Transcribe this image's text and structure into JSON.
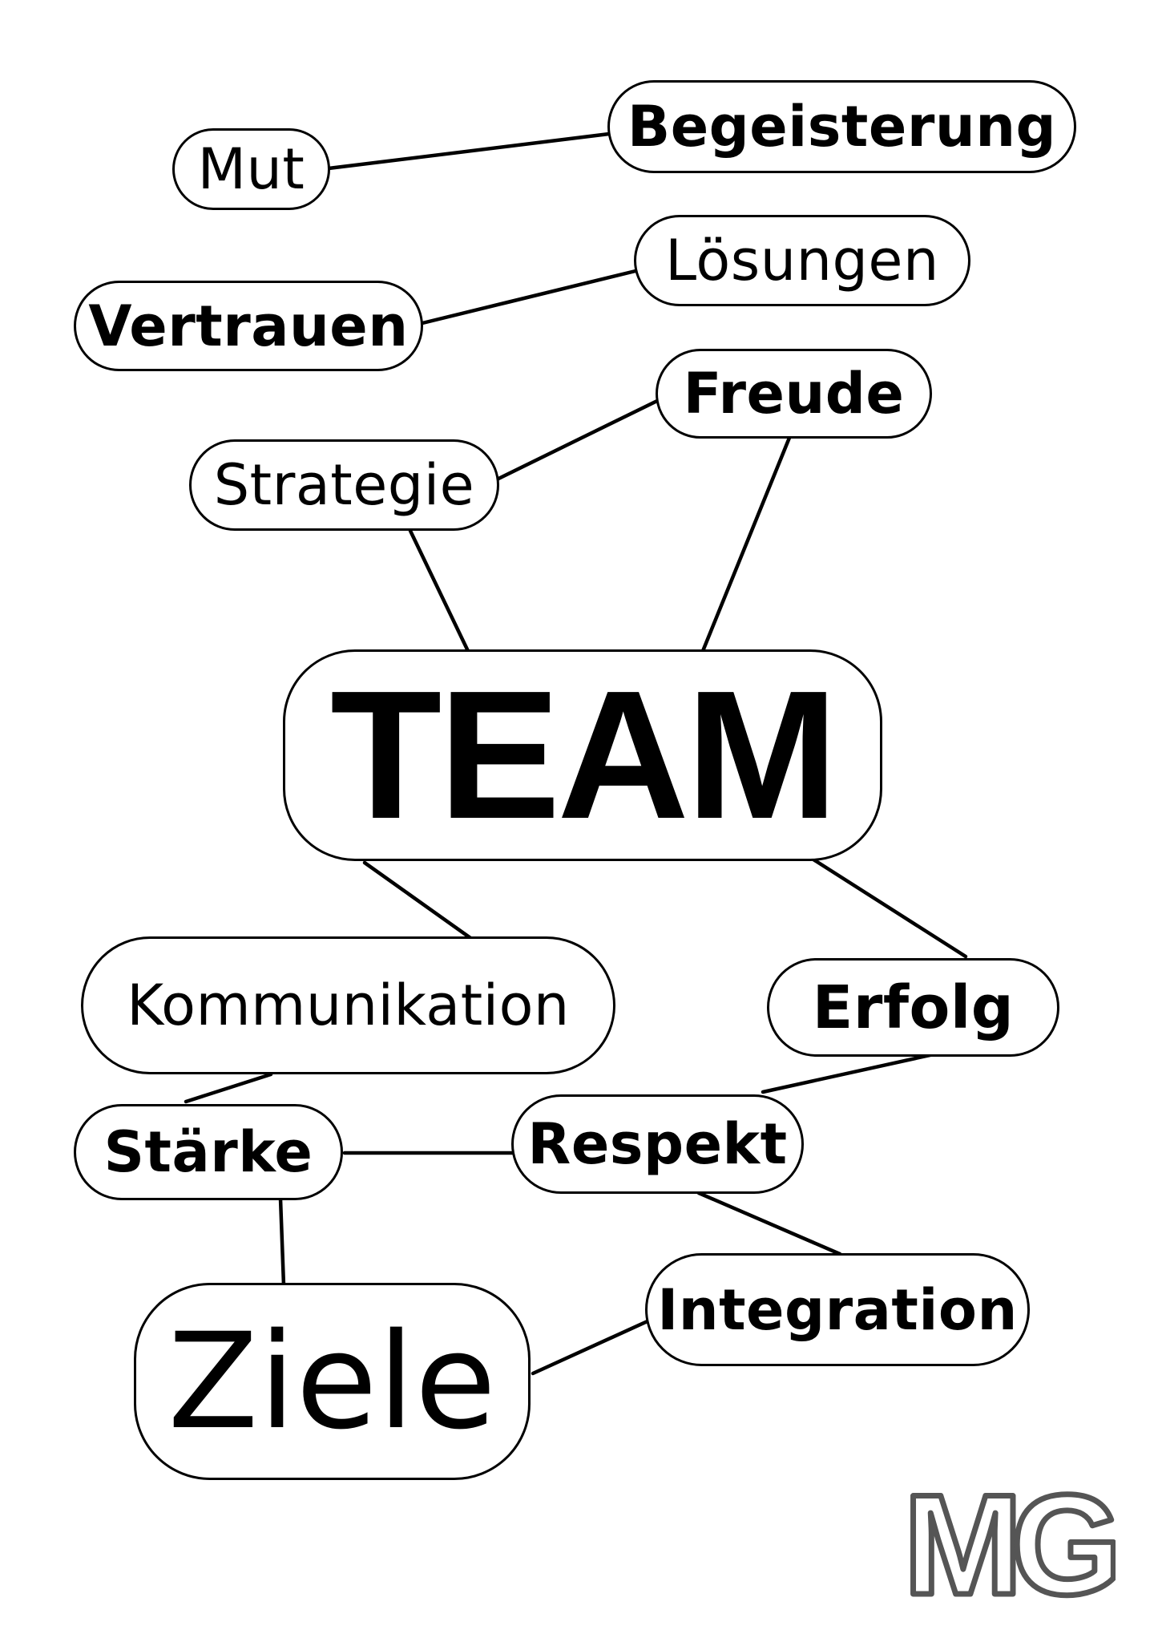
{
  "diagram": {
    "nodes": [
      {
        "id": "mut",
        "label": "Mut",
        "bold": false
      },
      {
        "id": "begeisterung",
        "label": "Begeisterung",
        "bold": true
      },
      {
        "id": "loesungen",
        "label": "Lösungen",
        "bold": false
      },
      {
        "id": "vertrauen",
        "label": "Vertrauen",
        "bold": true
      },
      {
        "id": "freude",
        "label": "Freude",
        "bold": true
      },
      {
        "id": "strategie",
        "label": "Strategie",
        "bold": false
      },
      {
        "id": "team",
        "label": "TEAM",
        "bold": true
      },
      {
        "id": "kommunikation",
        "label": "Kommunikation",
        "bold": false
      },
      {
        "id": "erfolg",
        "label": "Erfolg",
        "bold": true
      },
      {
        "id": "staerke",
        "label": "Stärke",
        "bold": true
      },
      {
        "id": "respekt",
        "label": "Respekt",
        "bold": true
      },
      {
        "id": "integration",
        "label": "Integration",
        "bold": true
      },
      {
        "id": "ziele",
        "label": "Ziele",
        "bold": false
      }
    ],
    "edges": [
      [
        "mut",
        "begeisterung"
      ],
      [
        "vertrauen",
        "loesungen"
      ],
      [
        "strategie",
        "freude"
      ],
      [
        "strategie",
        "team"
      ],
      [
        "freude",
        "team"
      ],
      [
        "team",
        "kommunikation"
      ],
      [
        "team",
        "erfolg"
      ],
      [
        "kommunikation",
        "staerke"
      ],
      [
        "erfolg",
        "respekt"
      ],
      [
        "staerke",
        "respekt"
      ],
      [
        "respekt",
        "integration"
      ],
      [
        "staerke",
        "ziele"
      ],
      [
        "ziele",
        "integration"
      ]
    ]
  },
  "logo": {
    "text": "MG",
    "icon": "mg-logo-icon",
    "fill": "#ffffff",
    "stroke": "#555555"
  },
  "colors": {
    "line": "#000000",
    "node_border": "#000000",
    "background": "#ffffff"
  }
}
